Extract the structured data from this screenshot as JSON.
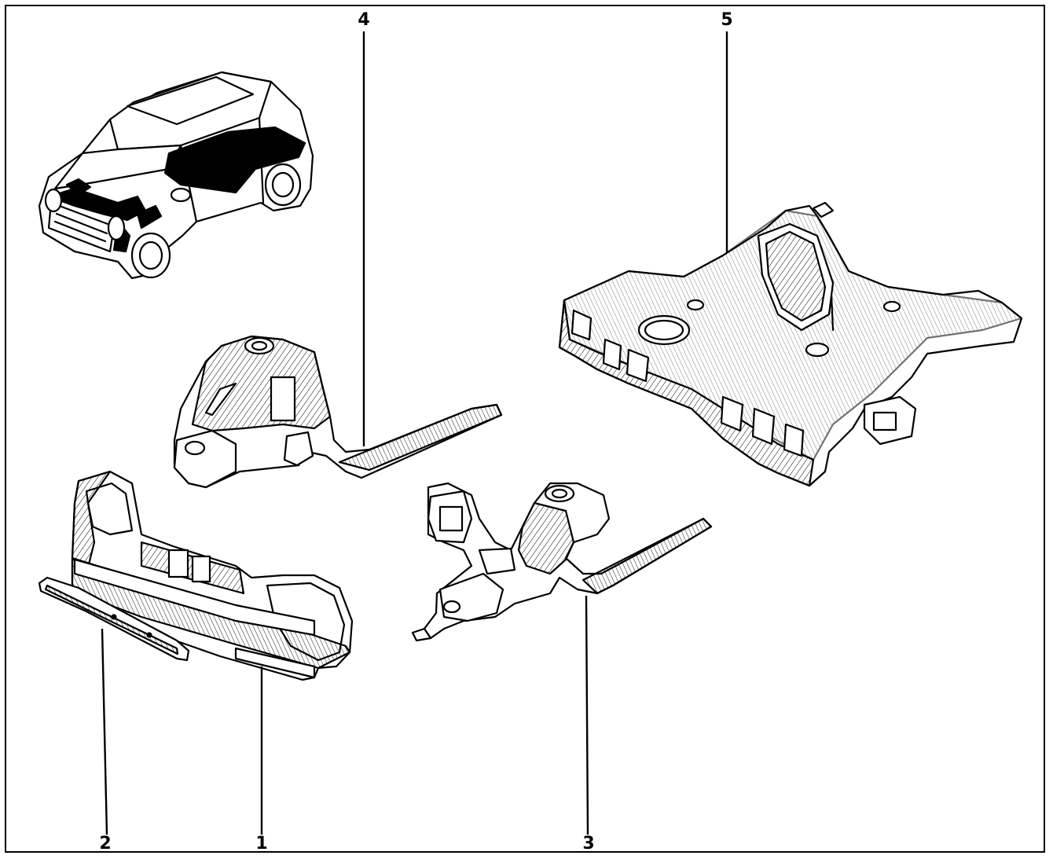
{
  "diagram": {
    "callouts": [
      {
        "id": "1",
        "label": "1"
      },
      {
        "id": "2",
        "label": "2"
      },
      {
        "id": "3",
        "label": "3"
      },
      {
        "id": "4",
        "label": "4"
      },
      {
        "id": "5",
        "label": "5"
      }
    ],
    "parts": [
      {
        "callout": "1",
        "icon": "front-panel-crossmember-icon"
      },
      {
        "callout": "2",
        "icon": "lower-front-crossmember-icon"
      },
      {
        "callout": "3",
        "icon": "right-front-side-member-icon"
      },
      {
        "callout": "4",
        "icon": "left-front-side-member-icon"
      },
      {
        "callout": "5",
        "icon": "floor-pan-assembly-icon"
      }
    ],
    "overview": {
      "icon": "car-locator-icon"
    },
    "colors": {
      "line": "#000000",
      "background": "#ffffff",
      "highlight": "#000000"
    }
  }
}
